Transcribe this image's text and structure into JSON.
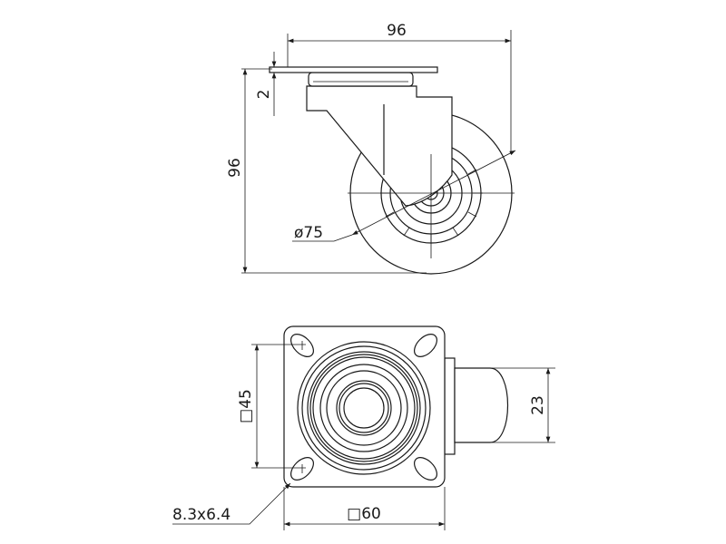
{
  "drawing": {
    "side_view": {
      "width_label": "96",
      "height_label": "96",
      "plate_thickness_label": "2",
      "wheel_diameter_label": "ø75"
    },
    "top_view": {
      "plate_size_label": "□60",
      "hole_spacing_label": "□45",
      "wheel_width_label": "23",
      "slot_size_label": "8.3x6.4"
    }
  }
}
